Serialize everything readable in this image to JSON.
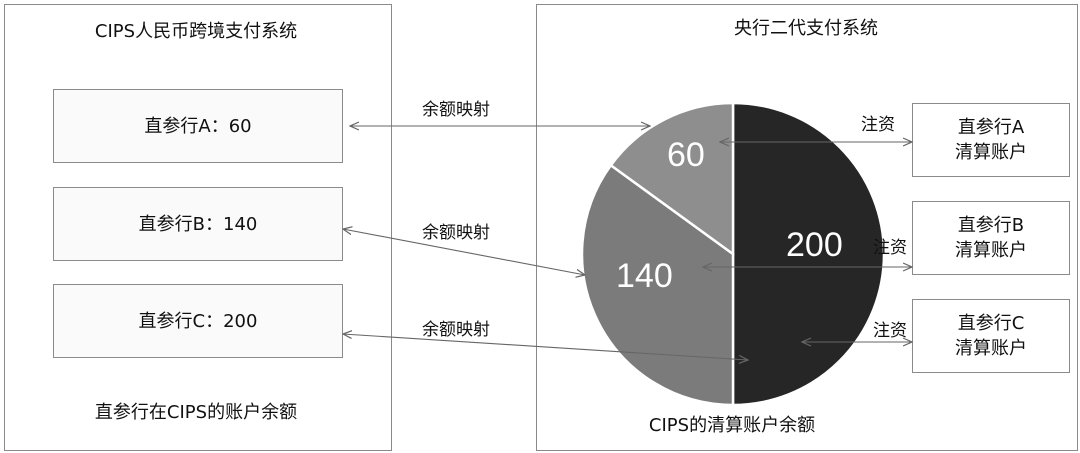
{
  "left_panel": {
    "title": "CIPS人民币跨境支付系统",
    "caption": "直参行在CIPS的账户余额",
    "accounts": [
      {
        "label": "直参行A：60"
      },
      {
        "label": "直参行B：140"
      },
      {
        "label": "直参行C：200"
      }
    ]
  },
  "right_panel": {
    "title": "央行二代支付系统",
    "caption": "CIPS的清算账户余额",
    "accounts": [
      {
        "line1": "直参行A",
        "line2": "清算账户"
      },
      {
        "line1": "直参行B",
        "line2": "清算账户"
      },
      {
        "line1": "直参行C",
        "line2": "清算账户"
      }
    ]
  },
  "mapping_labels": [
    "余额映射",
    "余额映射",
    "余额映射"
  ],
  "funding_labels": [
    "注资",
    "注资",
    "注资"
  ],
  "chart_data": {
    "type": "pie",
    "title": "CIPS的清算账户余额",
    "categories": [
      "直参行C",
      "直参行B",
      "直参行A"
    ],
    "values": [
      200,
      140,
      60
    ],
    "labels": [
      "200",
      "140",
      "60"
    ],
    "colors": [
      "#262626",
      "#7b7b7b",
      "#8e8e8e"
    ]
  }
}
